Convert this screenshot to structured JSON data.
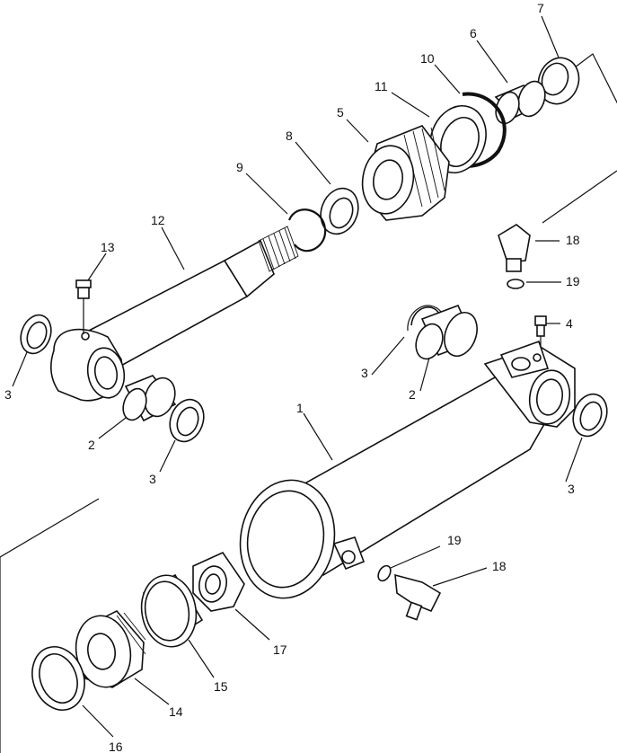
{
  "callouts": [
    {
      "id": "c-7",
      "text": "7"
    },
    {
      "id": "c-6",
      "text": "6"
    },
    {
      "id": "c-10",
      "text": "10"
    },
    {
      "id": "c-11",
      "text": "11"
    },
    {
      "id": "c-5",
      "text": "5"
    },
    {
      "id": "c-8",
      "text": "8"
    },
    {
      "id": "c-9",
      "text": "9"
    },
    {
      "id": "c-12",
      "text": "12"
    },
    {
      "id": "c-13",
      "text": "13"
    },
    {
      "id": "c-18a",
      "text": "18"
    },
    {
      "id": "c-19a",
      "text": "19"
    },
    {
      "id": "c-4",
      "text": "4"
    },
    {
      "id": "c-3a",
      "text": "3"
    },
    {
      "id": "c-3b",
      "text": "3"
    },
    {
      "id": "c-2a",
      "text": "2"
    },
    {
      "id": "c-2b",
      "text": "2"
    },
    {
      "id": "c-3c",
      "text": "3"
    },
    {
      "id": "c-3d",
      "text": "3"
    },
    {
      "id": "c-1",
      "text": "1"
    },
    {
      "id": "c-19b",
      "text": "19"
    },
    {
      "id": "c-18b",
      "text": "18"
    },
    {
      "id": "c-17",
      "text": "17"
    },
    {
      "id": "c-15",
      "text": "15"
    },
    {
      "id": "c-14",
      "text": "14"
    },
    {
      "id": "c-16",
      "text": "16"
    }
  ]
}
